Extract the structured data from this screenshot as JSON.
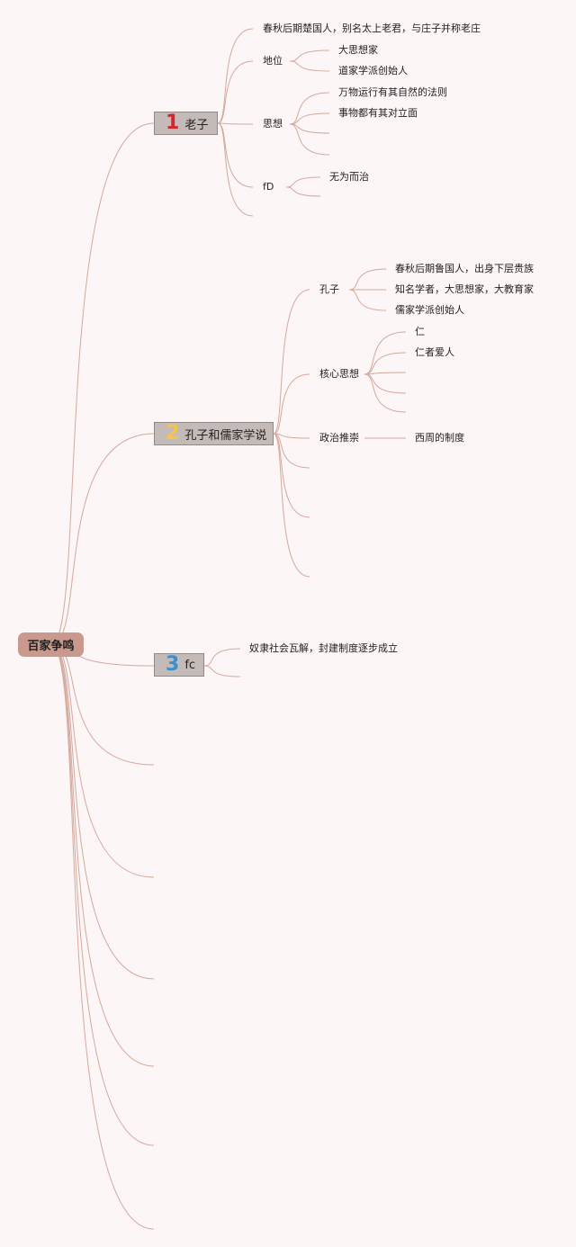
{
  "root": "百家争鸣",
  "topics": [
    {
      "number": "1",
      "title": "老子",
      "branches": [
        {
          "text": "春秋后期楚国人，别名太上老君，与庄子并称老庄"
        },
        {
          "text": "地位",
          "children": [
            "大思想家",
            "道家学派创始人"
          ]
        },
        {
          "text": "思想",
          "children": [
            "万物运行有其自然的法则",
            "事物都有其对立面"
          ]
        },
        {
          "text": "fD",
          "children": [
            "无为而治"
          ]
        }
      ]
    },
    {
      "number": "2",
      "title": "孔子和儒家学说",
      "branches": [
        {
          "text": "孔子",
          "children": [
            "春秋后期鲁国人，出身下层贵族",
            "知名学者，大思想家，大教育家",
            "儒家学派创始人"
          ]
        },
        {
          "text": "核心思想",
          "children": [
            "仁",
            "仁者爱人"
          ]
        },
        {
          "text": "政治推崇",
          "children": [
            "西周的制度"
          ]
        }
      ]
    },
    {
      "number": "3",
      "title": "fc",
      "branches": [
        {
          "text": "奴隶社会瓦解，封建制度逐步成立"
        }
      ]
    }
  ],
  "colors": {
    "background": "#fdf6f6",
    "root_fill": "#c9998e",
    "topic_fill": "#c4bbb8",
    "connector": "#d4a89d",
    "number1": "#d6232e",
    "number2": "#f3c64a",
    "number3": "#3a8fd0"
  }
}
